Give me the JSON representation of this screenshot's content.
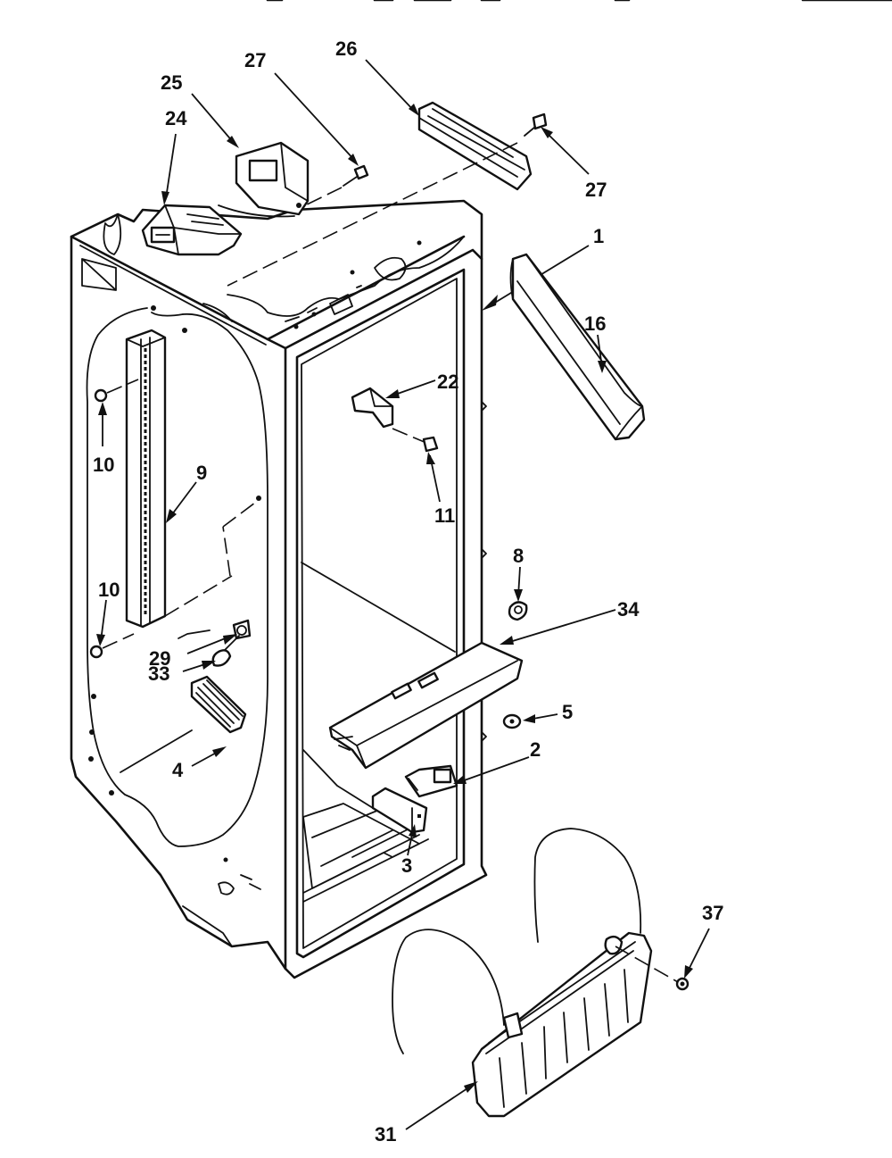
{
  "callouts": [
    {
      "id": "c1",
      "text": "1"
    },
    {
      "id": "c2",
      "text": "2"
    },
    {
      "id": "c3",
      "text": "3"
    },
    {
      "id": "c4",
      "text": "4"
    },
    {
      "id": "c5",
      "text": "5"
    },
    {
      "id": "c8",
      "text": "8"
    },
    {
      "id": "c9",
      "text": "9"
    },
    {
      "id": "c10a",
      "text": "10"
    },
    {
      "id": "c10b",
      "text": "10"
    },
    {
      "id": "c11",
      "text": "11"
    },
    {
      "id": "c16",
      "text": "16"
    },
    {
      "id": "c22",
      "text": "22"
    },
    {
      "id": "c24",
      "text": "24"
    },
    {
      "id": "c25",
      "text": "25"
    },
    {
      "id": "c26",
      "text": "26"
    },
    {
      "id": "c27a",
      "text": "27"
    },
    {
      "id": "c27b",
      "text": "27"
    },
    {
      "id": "c29",
      "text": "29"
    },
    {
      "id": "c31",
      "text": "31"
    },
    {
      "id": "c33",
      "text": "33"
    },
    {
      "id": "c34",
      "text": "34"
    },
    {
      "id": "c37",
      "text": "37"
    }
  ],
  "colors": {
    "ink": "#111111",
    "paper": "#ffffff"
  }
}
